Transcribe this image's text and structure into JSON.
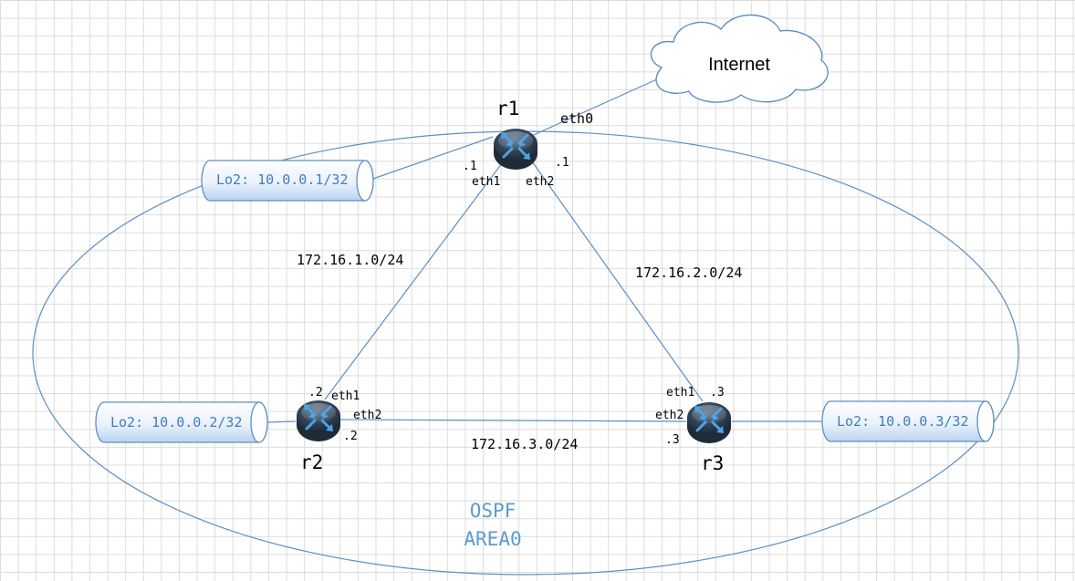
{
  "internet": {
    "label": "Internet"
  },
  "area": {
    "line1": "OSPF",
    "line2": "AREA0"
  },
  "routers": {
    "r1": {
      "name": "r1"
    },
    "r2": {
      "name": "r2"
    },
    "r3": {
      "name": "r3"
    }
  },
  "loopbacks": {
    "r1": "Lo2: 10.0.0.1/32",
    "r2": "Lo2: 10.0.0.2/32",
    "r3": "Lo2: 10.0.0.3/32"
  },
  "networks": {
    "r1_r2": "172.16.1.0/24",
    "r1_r3": "172.16.2.0/24",
    "r2_r3": "172.16.3.0/24"
  },
  "interfaces": {
    "r1_eth0": "eth0",
    "r1_eth1": "eth1",
    "r1_eth2": "eth2",
    "r1_eth1_ip": ".1",
    "r1_eth2_ip": ".1",
    "r2_eth1": "eth1",
    "r2_eth2": "eth2",
    "r2_eth1_ip": ".2",
    "r2_eth2_ip": ".2",
    "r3_eth1": "eth1",
    "r3_eth2": "eth2",
    "r3_eth1_ip": ".3",
    "r3_eth2_ip": ".3"
  },
  "colors": {
    "link": "#5b8fc4",
    "loopback_text": "#3f7cc0",
    "area_text": "#5d9bd1",
    "router_body": "#2d3a47"
  }
}
